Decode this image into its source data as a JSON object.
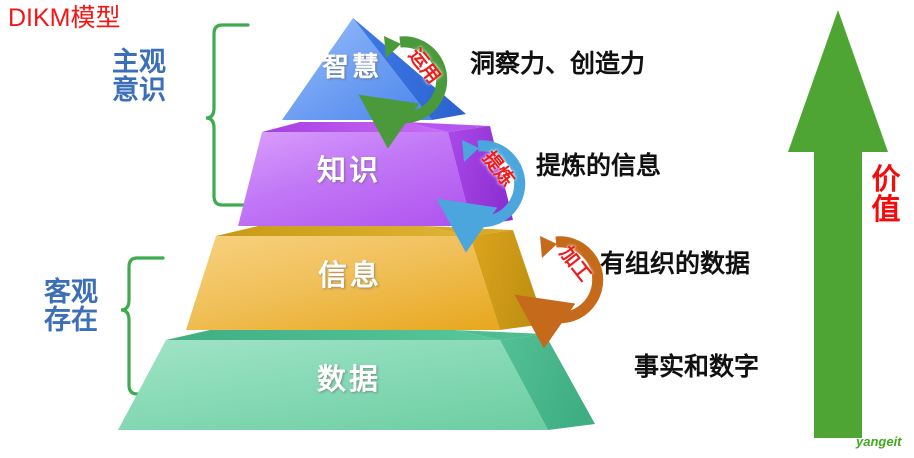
{
  "page": {
    "title": "DIKM模型",
    "title_color": "#f51616",
    "background": "#ffffff",
    "watermark": "yangeit"
  },
  "groups": [
    {
      "id": "subjective",
      "label": "主观\n意识",
      "color": "#3c6fb8",
      "brace_color": "#3faa4e",
      "covers": [
        "智慧",
        "知识"
      ]
    },
    {
      "id": "objective",
      "label": "客观\n存在",
      "color": "#3c6fb8",
      "brace_color": "#3faa4e",
      "covers": [
        "信息",
        "数据"
      ]
    }
  ],
  "pyramid": {
    "tiers": [
      {
        "id": "wisdom",
        "label": "智慧",
        "description": "洞察力、创造力",
        "face_color": "#5e94f0",
        "side_color": "#2f6ad4",
        "top_color": "#8fb8fa",
        "level": 4
      },
      {
        "id": "knowledge",
        "label": "知识",
        "description": "提炼的信息",
        "face_color": "#c06cf5",
        "side_color": "#a03ddd",
        "top_color": "#9b2fd8",
        "level": 3
      },
      {
        "id": "information",
        "label": "信息",
        "description": "有组织的数据",
        "face_color": "#f0c25e",
        "side_color": "#d9a020",
        "top_color": "#caa018",
        "level": 2
      },
      {
        "id": "data",
        "label": "数据",
        "description": "事实和数字",
        "face_color": "#85d9b4",
        "side_color": "#46b98c",
        "top_color": "#3fae83",
        "level": 1
      }
    ]
  },
  "transitions": [
    {
      "id": "apply",
      "label": "运用",
      "color": "#4a9a3c",
      "from": "知识",
      "to": "智慧"
    },
    {
      "id": "refine",
      "label": "提炼",
      "color": "#4aa6dd",
      "from": "信息",
      "to": "知识"
    },
    {
      "id": "process",
      "label": "加工",
      "color": "#c5691a",
      "from": "数据",
      "to": "信息"
    }
  ],
  "value_arrow": {
    "label": "价值",
    "label_color": "#f40b0b",
    "arrow_color": "#4fa533",
    "direction": "up"
  }
}
